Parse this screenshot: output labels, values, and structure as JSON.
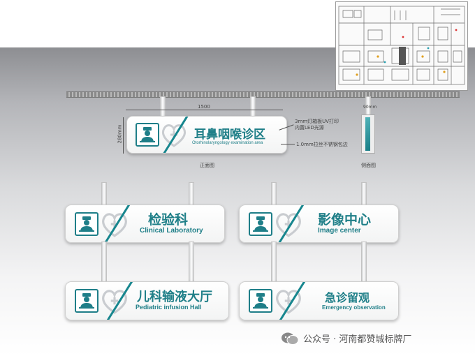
{
  "top_sign": {
    "title": "耳鼻咽喉诊区",
    "subtitle": "Otorhinolaryngology examination area",
    "width_dim": "1500",
    "height_dim": "280mm",
    "note_1": "3mm灯箱板UV打印",
    "note_2": "内置LED光源",
    "note_3": "1.0mm拉丝不锈钢包边",
    "front_label": "正面图",
    "side_dim": "90mm",
    "side_label": "侧面图"
  },
  "signs": [
    {
      "title": "检验科",
      "subtitle": "Clinical Laboratory"
    },
    {
      "title": "影像中心",
      "subtitle": "Image center"
    },
    {
      "title": "儿科输液大厅",
      "subtitle": "Pediatric infusion Hall"
    },
    {
      "title": "急诊留观",
      "subtitle": "Emergency observation"
    }
  ],
  "watermark": {
    "text": "公众号 · 河南都赞城标牌厂"
  },
  "colors": {
    "teal": "#1f7f88",
    "heart": "#c9ccd0"
  }
}
